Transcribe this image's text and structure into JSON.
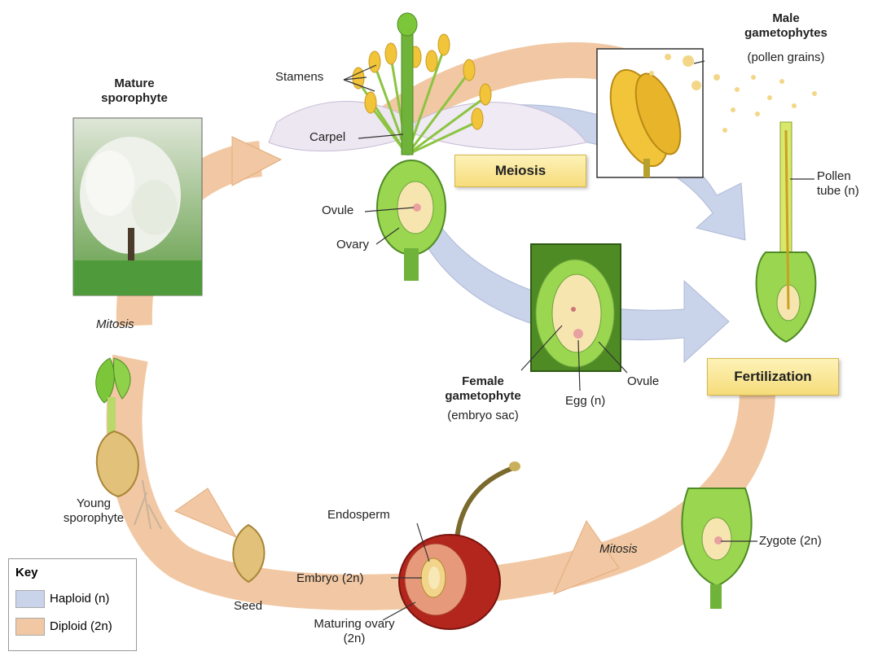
{
  "labels": {
    "mature_sporophyte": "Mature sporophyte",
    "stamens": "Stamens",
    "carpel": "Carpel",
    "ovule": "Ovule",
    "ovary": "Ovary",
    "meiosis": "Meiosis",
    "male_gametophytes_title": "Male gametophytes",
    "male_gametophytes_sub": "(pollen grains)",
    "pollen_tube": "Pollen tube (n)",
    "mitosis_left": "Mitosis",
    "female_gametophyte_title": "Female gametophyte",
    "female_gametophyte_sub": "(embryo sac)",
    "egg": "Egg (n)",
    "ovule2": "Ovule",
    "fertilization": "Fertilization",
    "young_sporophyte": "Young sporophyte",
    "endosperm": "Endosperm",
    "embryo": "Embryo (2n)",
    "seed": "Seed",
    "maturing_ovary": "Maturing ovary (2n)",
    "mitosis_right": "Mitosis",
    "zygote": "Zygote (2n)"
  },
  "key": {
    "title": "Key",
    "haploid": "Haploid (n)",
    "diploid": "Diploid (2n)"
  },
  "colors": {
    "haploid": "#c9d3ea",
    "diploid": "#f1c8a3",
    "stage_box": "#f8e39a",
    "plant_green": "#7cc63a"
  }
}
